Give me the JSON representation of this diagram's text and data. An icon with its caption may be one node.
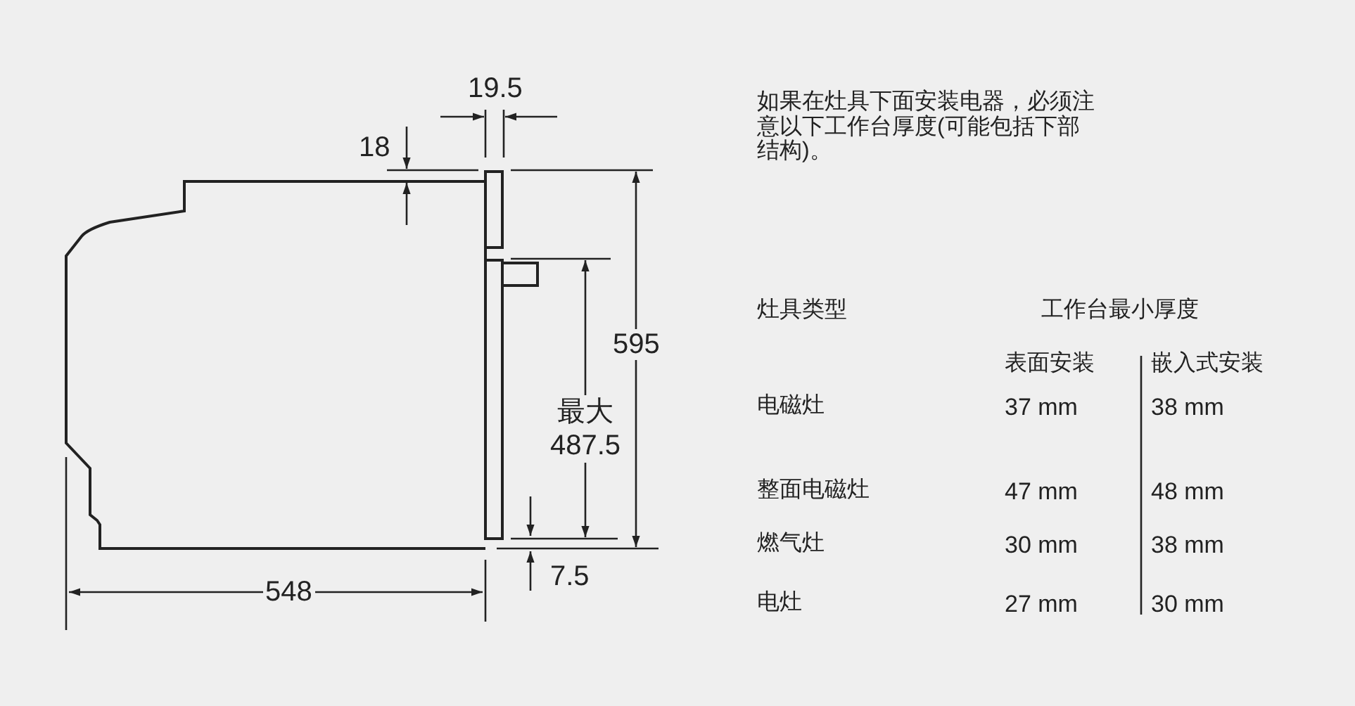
{
  "diagram": {
    "labels": [
      "19.5",
      "18",
      "595",
      "最大 487.5",
      "7.5",
      "548",
      "如果在灶具下面安装电器，必须注意以下工作台厚度(可能包括下部结构)。",
      "灶具类型",
      "工作台最小厚度",
      "表面安装",
      "嵌入式安装",
      "电磁灶",
      "37 mm",
      "38 mm",
      "整面电磁灶",
      "47 mm",
      "48 mm",
      "燃气灶",
      "30 mm",
      "38 mm",
      "电灶",
      "27 mm",
      "30 mm"
    ]
  }
}
